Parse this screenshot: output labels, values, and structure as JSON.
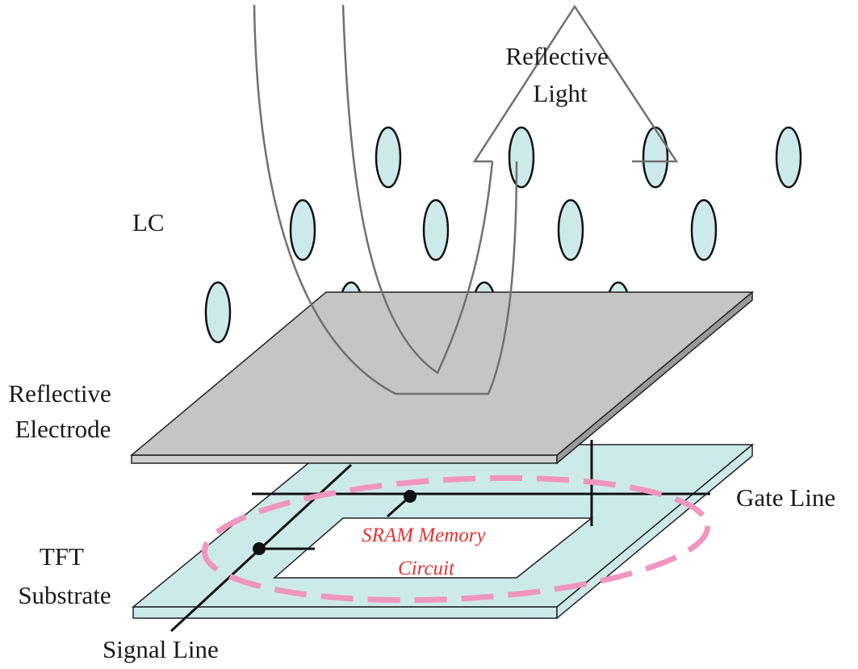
{
  "labels": {
    "reflective_light": [
      "Reflective",
      "Light"
    ],
    "lc": "LC",
    "reflective_electrode": [
      "Reflective",
      "Electrode"
    ],
    "tft_substrate": [
      "TFT",
      "Substrate"
    ],
    "gate_line": "Gate Line",
    "signal_line": "Signal Line",
    "sram_memory_circuit": [
      "SRAM Memory",
      "Circuit"
    ]
  },
  "colors": {
    "lc_molecule": "#cdeaea",
    "electrode_top": "#c5c5c5",
    "electrode_side": "#cfcfcf",
    "substrate": "#cdeaea",
    "sram_outline": "#f096c0",
    "sram_text": "#e8332e",
    "light_path": "#707070"
  }
}
